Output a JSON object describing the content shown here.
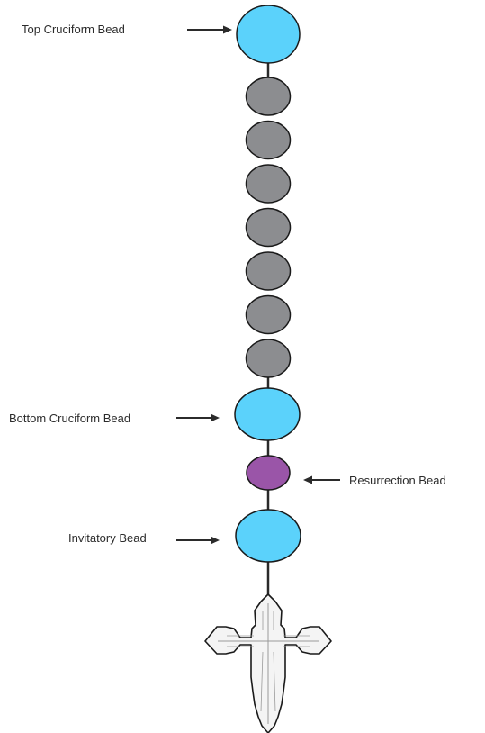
{
  "labels": {
    "top_cruciform": "Top Cruciform Bead",
    "bottom_cruciform": "Bottom Cruciform Bead",
    "resurrection": "Resurrection Bead",
    "invitatory": "Invitatory Bead"
  },
  "beads": {
    "week_bead_count": 7
  },
  "colors": {
    "cruciform_bead": "#5bd2fb",
    "week_bead": "#8c8d90",
    "resurrection_bead": "#9a55a8",
    "cord": "#2a2a2a",
    "outline": "#1a1a1a",
    "cross_fill": "#f4f4f4",
    "arrow": "#2b2b2b"
  }
}
